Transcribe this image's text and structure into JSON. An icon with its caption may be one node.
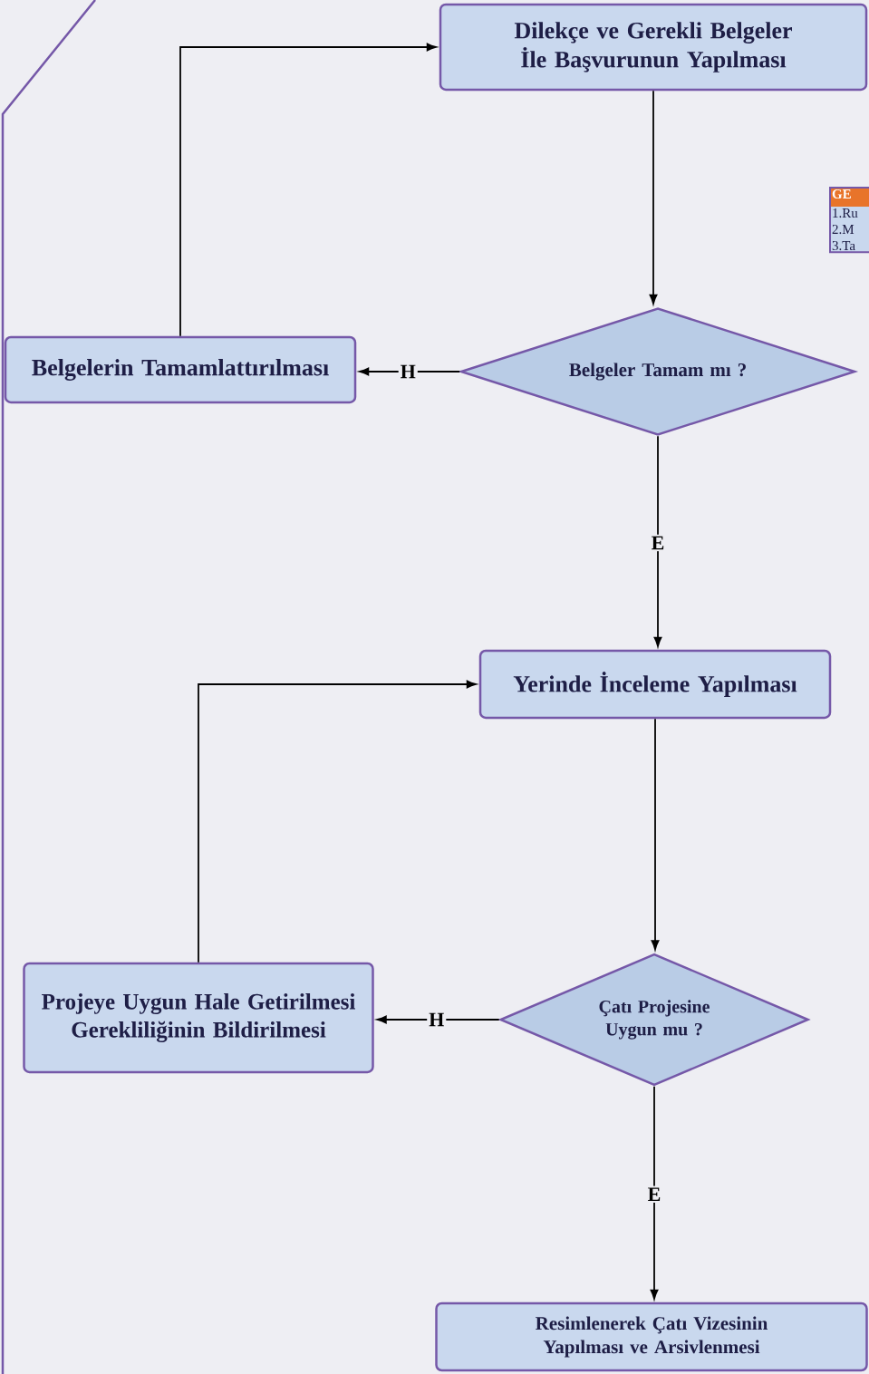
{
  "diagram": {
    "nodes": [
      {
        "text": [
          "Dilekçe ve Gerekli Belgeler İle Başvurunun Yapılması"
        ]
      },
      {
        "text": [
          "Belgeler Tamam mı ?"
        ]
      },
      {
        "text": [
          "Belgelerin Tamamlattırılması"
        ]
      },
      {
        "text": [
          "Yerinde İnceleme Yapılması"
        ]
      },
      {
        "text": [
          "Çatı Projesine Uygun mu ?"
        ]
      },
      {
        "text": [
          "Projeye Uygun Hale Getirilmesi Gerekliliğinin Bildirilmesi"
        ]
      },
      {
        "text": [
          "Resimlenerek Çatı Vizesinin Yapılması ve Arsivlenmesi"
        ]
      },
      {
        "text": [
          "GE",
          "1.Ru 2.M 3.Ta"
        ]
      }
    ],
    "edges": [
      {
        "from": 0,
        "to": 1,
        "arrow": "to"
      },
      {
        "from": 1,
        "to": 2,
        "arrow": "to",
        "label": "H"
      },
      {
        "from": 2,
        "to": 0,
        "arrow": "to"
      },
      {
        "from": 1,
        "to": 3,
        "arrow": "to",
        "label": "E"
      },
      {
        "from": 3,
        "to": 4,
        "arrow": "to"
      },
      {
        "from": 4,
        "to": 5,
        "arrow": "to",
        "label": "H"
      },
      {
        "from": 5,
        "to": 3,
        "arrow": "to"
      },
      {
        "from": 4,
        "to": 6,
        "arrow": "to",
        "label": "E"
      }
    ]
  }
}
